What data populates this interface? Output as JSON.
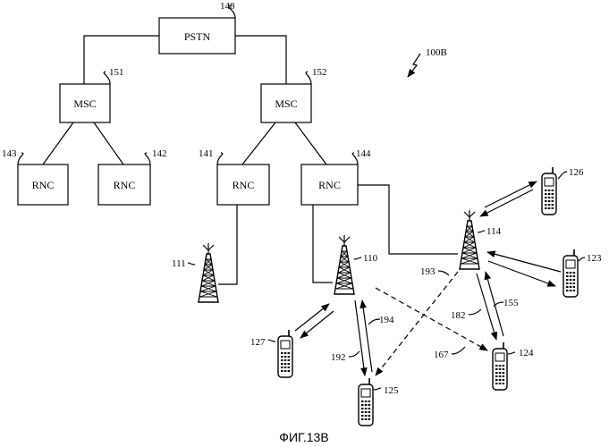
{
  "diagram": {
    "system_label": "100B",
    "caption": "ФИГ.13B",
    "nodes": {
      "pstn": {
        "label": "PSTN",
        "ref": "148"
      },
      "msc_left": {
        "label": "MSC",
        "ref": "151"
      },
      "msc_right": {
        "label": "MSC",
        "ref": "152"
      },
      "rnc_143": {
        "label": "RNC",
        "ref": "143"
      },
      "rnc_142": {
        "label": "RNC",
        "ref": "142"
      },
      "rnc_141": {
        "label": "RNC",
        "ref": "141"
      },
      "rnc_144": {
        "label": "RNC",
        "ref": "144"
      }
    },
    "towers": {
      "t111": {
        "ref": "111"
      },
      "t110": {
        "ref": "110"
      },
      "t114": {
        "ref": "114"
      }
    },
    "phones": {
      "p126": {
        "ref": "126"
      },
      "p123": {
        "ref": "123"
      },
      "p127": {
        "ref": "127"
      },
      "p125": {
        "ref": "125"
      },
      "p124": {
        "ref": "124"
      }
    },
    "links": {
      "l193": "193",
      "l194": "194",
      "l192": "192",
      "l182": "182",
      "l155": "155",
      "l167": "167"
    }
  }
}
